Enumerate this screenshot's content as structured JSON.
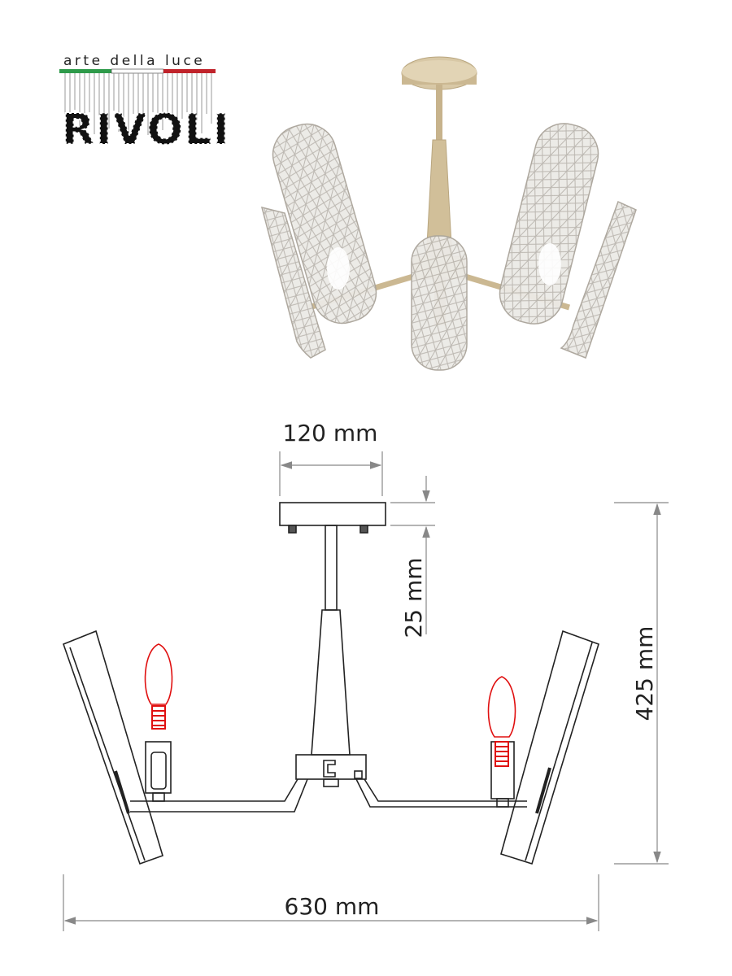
{
  "logo": {
    "tagline": "arte della luce",
    "brand": "RIVOLI"
  },
  "dimensions": {
    "canopy_width": "120 mm",
    "canopy_height": "25 mm",
    "total_height": "425 mm",
    "total_width": "630 mm"
  },
  "colors": {
    "flag_green": "#2e9a4a",
    "flag_white": "#ffffff",
    "flag_red": "#c0232b",
    "bulb": "#e01010",
    "line": "#222222",
    "brass": "#c9b48e"
  }
}
